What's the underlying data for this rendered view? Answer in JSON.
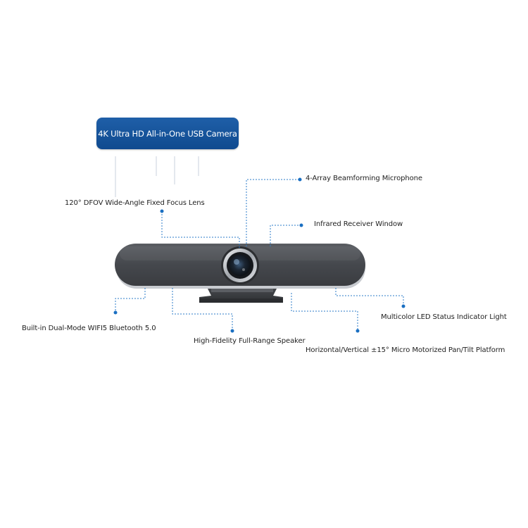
{
  "title": "4K Ultra HD All-in-One USB Camera",
  "callouts": {
    "microphone": "4-Array Beamforming Microphone",
    "lens": "120° DFOV Wide-Angle Fixed Focus Lens",
    "infrared": "Infrared Receiver Window",
    "wifi": "Built-in Dual-Mode WIFI5 Bluetooth 5.0",
    "speaker": "High-Fidelity Full-Range Speaker",
    "led": "Multicolor LED Status Indicator Light",
    "pantilt": "Horizontal/Vertical ±15° Micro Motorized Pan/Tilt Platform"
  },
  "colors": {
    "badge": "#1a5aa3",
    "accent": "#2b7bc9",
    "device_body": "#4a4d52"
  }
}
